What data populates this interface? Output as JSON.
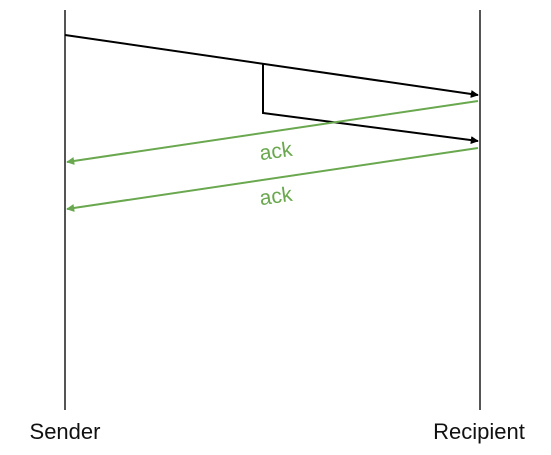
{
  "diagram": {
    "type": "sequence-diagram",
    "participants": {
      "sender": "Sender",
      "recipient": "Recipient"
    },
    "messages": [
      {
        "from": "Sender",
        "to": "Recipient",
        "label": "",
        "color": "#000000"
      },
      {
        "from": "Sender",
        "to": "Recipient",
        "label": "",
        "color": "#000000"
      }
    ],
    "acks": [
      {
        "from": "Recipient",
        "to": "Sender",
        "label": "ack",
        "color": "#6aa84f"
      },
      {
        "from": "Recipient",
        "to": "Sender",
        "label": "ack",
        "color": "#6aa84f"
      }
    ],
    "colors": {
      "lifeline": "#555555",
      "message": "#000000",
      "ack": "#6aa84f"
    }
  }
}
